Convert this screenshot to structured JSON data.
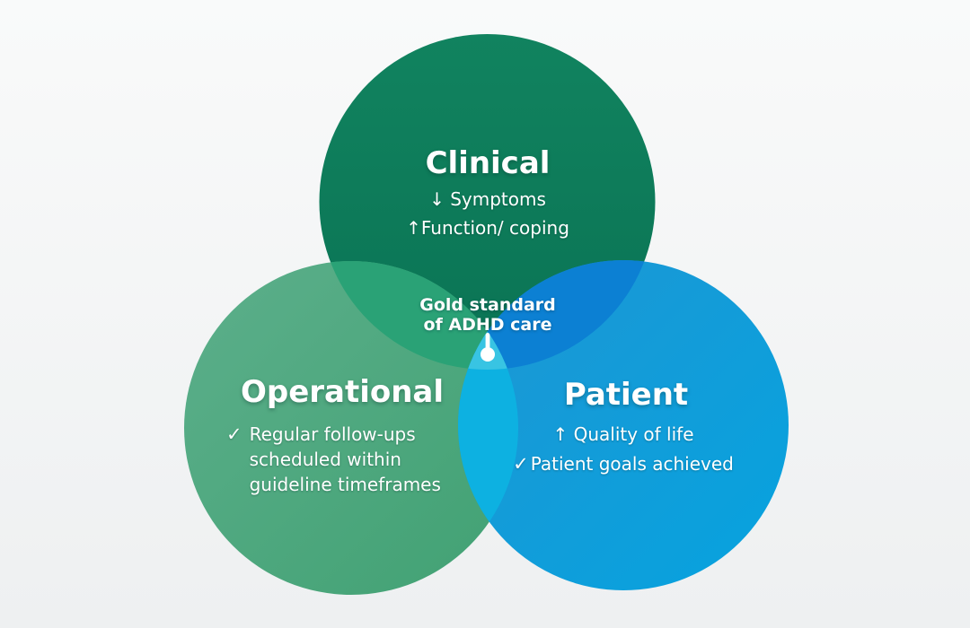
{
  "icons": {
    "check": "✓"
  },
  "colors": {
    "background_top": "#F9FAFA",
    "background_bottom": "#EEF0F1",
    "clinical_top": "#11835F",
    "clinical_bottom": "#0A7354",
    "operational_top": "#5CAF8B",
    "operational_bottom": "#41A173",
    "patient_top": "#1E96D3",
    "patient_bottom": "#06A3DF",
    "overlap_clinical_operational": "#2AA276",
    "overlap_clinical_patient": "#0C80D3",
    "overlap_operational_patient": "#0DB1E1",
    "overlap_center": "#38C4E3",
    "pin": "#FFFFFF",
    "text": "#FFFFFF"
  },
  "venn": {
    "clinical": {
      "title": "Clinical",
      "items": [
        "↓ Symptoms",
        "↑Function/ coping"
      ]
    },
    "operational": {
      "title": "Operational",
      "bullet": "Regular follow-ups scheduled within guideline timeframes"
    },
    "patient": {
      "title": "Patient",
      "items": [
        "↑ Quality of life",
        "Patient goals achieved"
      ]
    },
    "center": {
      "line1": "Gold standard",
      "line2": "of ADHD care"
    }
  }
}
